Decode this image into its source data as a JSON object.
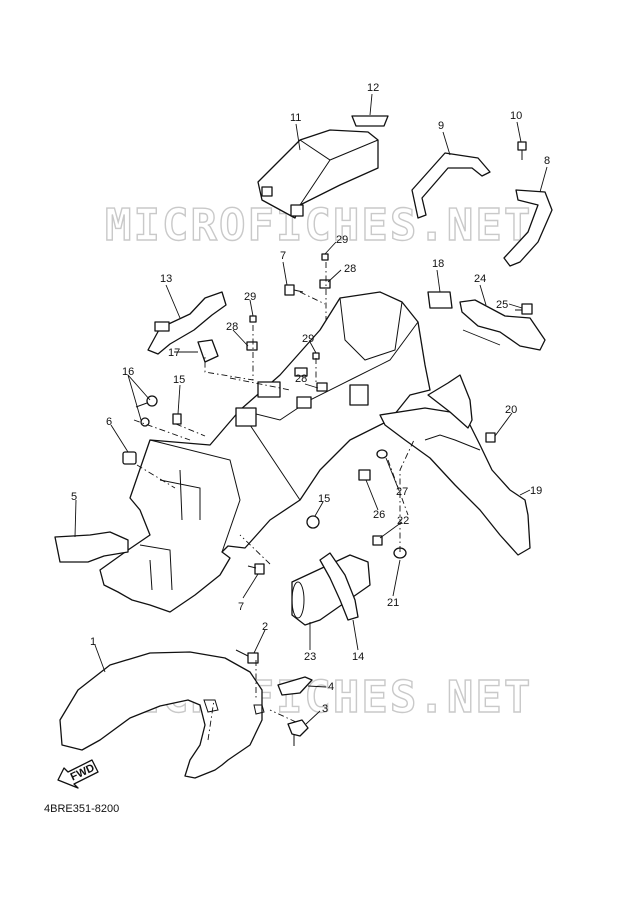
{
  "watermark": "MICROFICHES.NET",
  "diagram_code": "4BRE351-8200",
  "fwd_label": "FWD",
  "callouts": {
    "c1": "1",
    "c2": "2",
    "c3": "3",
    "c4": "4",
    "c5": "5",
    "c6": "6",
    "c7a": "7",
    "c7b": "7",
    "c8": "8",
    "c9": "9",
    "c10": "10",
    "c11": "11",
    "c12": "12",
    "c13": "13",
    "c14": "14",
    "c15a": "15",
    "c15b": "15",
    "c16": "16",
    "c17": "17",
    "c18": "18",
    "c19": "19",
    "c20": "20",
    "c21": "21",
    "c22": "22",
    "c23": "23",
    "c24": "24",
    "c25": "25",
    "c26": "26",
    "c27": "27",
    "c28a": "28",
    "c28b": "28",
    "c28c": "28",
    "c29a": "29",
    "c29b": "29",
    "c29c": "29"
  }
}
